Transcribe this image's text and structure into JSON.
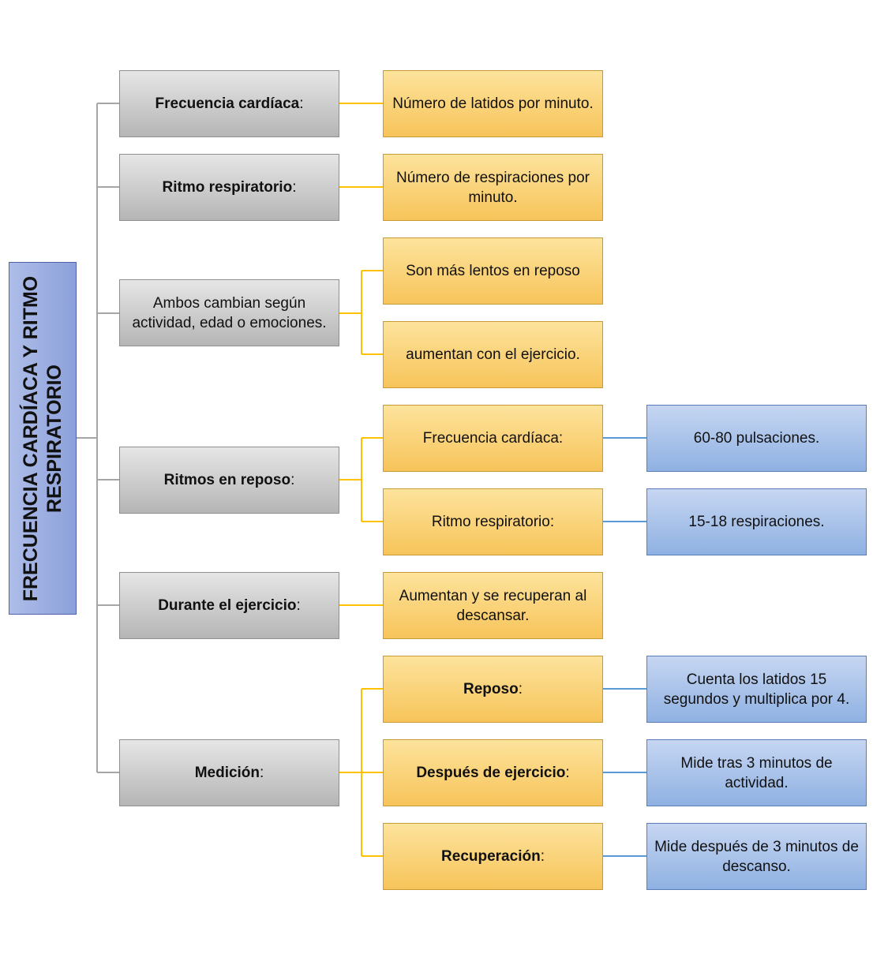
{
  "root": {
    "title": "FRECUENCIA CARDÍACA Y RITMO RESPIRATORIO"
  },
  "colors": {
    "gray_line": "#a6a6a6",
    "orange_line": "#ffc000",
    "blue_line": "#5b9bd5"
  },
  "level1": [
    {
      "id": "n1",
      "bold": "Frecuencia cardíaca",
      "suffix": ":"
    },
    {
      "id": "n2",
      "bold": "Ritmo respiratorio",
      "suffix": ":"
    },
    {
      "id": "n3",
      "text": "Ambos cambian según actividad, edad o emociones."
    },
    {
      "id": "n4",
      "bold": "Ritmos en reposo",
      "suffix": ":"
    },
    {
      "id": "n5",
      "bold": "Durante el ejercicio",
      "suffix": ":"
    },
    {
      "id": "n6",
      "bold": "Medición",
      "suffix": ":"
    }
  ],
  "level2": [
    {
      "id": "o1",
      "text": "Número de latidos por minuto."
    },
    {
      "id": "o2",
      "text": "Número de respiraciones por minuto."
    },
    {
      "id": "o3",
      "text": "Son más lentos en reposo"
    },
    {
      "id": "o4",
      "text": "aumentan con el ejercicio."
    },
    {
      "id": "o5",
      "text": "Frecuencia cardíaca:"
    },
    {
      "id": "o6",
      "text": "Ritmo respiratorio:"
    },
    {
      "id": "o7",
      "text": "Aumentan y se recuperan al descansar."
    },
    {
      "id": "o8",
      "bold": "Reposo",
      "suffix": ":"
    },
    {
      "id": "o9",
      "bold": "Después de ejercicio",
      "suffix": ":"
    },
    {
      "id": "o10",
      "bold": "Recuperación",
      "suffix": ":"
    }
  ],
  "level3": [
    {
      "id": "b1",
      "text": "60-80 pulsaciones."
    },
    {
      "id": "b2",
      "text": "15-18 respiraciones."
    },
    {
      "id": "b3",
      "text": "Cuenta los latidos 15 segundos y multiplica por 4."
    },
    {
      "id": "b4",
      "text": "Mide tras 3 minutos de actividad."
    },
    {
      "id": "b5",
      "text": "Mide después de 3 minutos de descanso."
    }
  ]
}
